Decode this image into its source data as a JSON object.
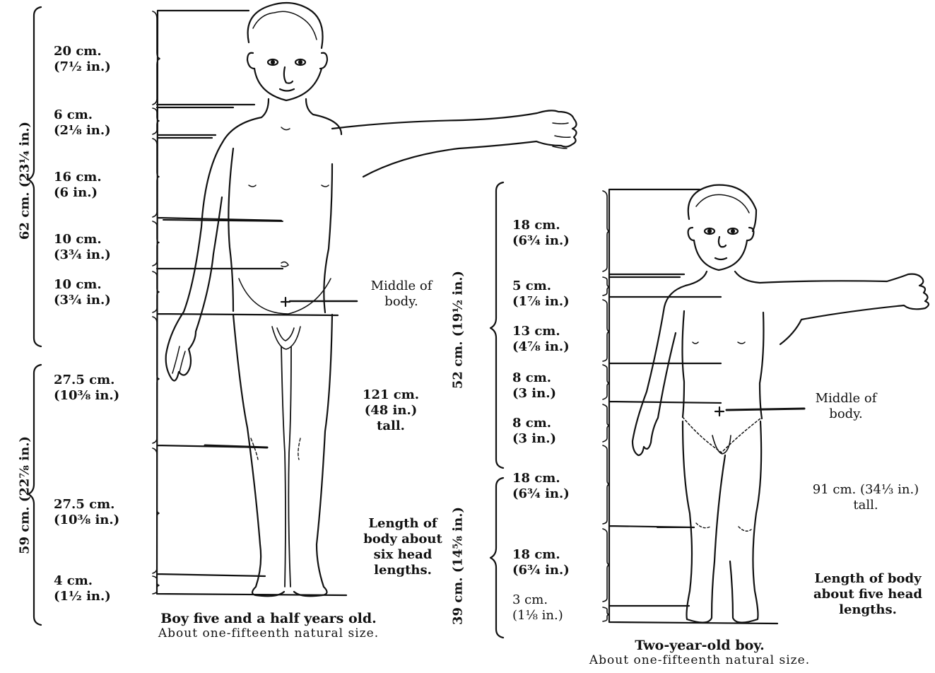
{
  "left_figure": {
    "segments": [
      {
        "cm": "20 cm.",
        "in": "(7½ in.)"
      },
      {
        "cm": "6 cm.",
        "in": "(2⅛ in.)"
      },
      {
        "cm": "16 cm.",
        "in": "(6  in.)"
      },
      {
        "cm": "10 cm.",
        "in": "(3¾ in.)"
      },
      {
        "cm": "10 cm.",
        "in": "(3¾ in.)"
      },
      {
        "cm": "27.5 cm.",
        "in": "(10⅜ in.)"
      },
      {
        "cm": "27.5 cm.",
        "in": "(10⅜ in.)"
      },
      {
        "cm": "4  cm.",
        "in": "(1½ in.)"
      }
    ],
    "upper_total": "62 cm.  (23¼ in.)",
    "lower_total": "59 cm.  (22⅞ in.)",
    "middle_label": [
      "Middle of",
      "body."
    ],
    "height_label": [
      "121 cm.",
      "(48 in.)",
      "tall."
    ],
    "length_label": [
      "Length of",
      "body about",
      "six head",
      "lengths."
    ],
    "caption_title": "Boy five and a half years old.",
    "caption_sub": "About one-fifteenth natural size."
  },
  "right_figure": {
    "segments": [
      {
        "cm": "18 cm.",
        "in": "(6¾ in.)"
      },
      {
        "cm": "5 cm.",
        "in": "(1⅞ in.)"
      },
      {
        "cm": "13 cm.",
        "in": "(4⅞ in.)"
      },
      {
        "cm": "8 cm.",
        "in": "(3 in.)"
      },
      {
        "cm": "8 cm.",
        "in": "(3 in.)"
      },
      {
        "cm": "18 cm.",
        "in": "(6¾ in.)"
      },
      {
        "cm": "18 cm.",
        "in": "(6¾ in.)"
      },
      {
        "cm": "3 cm.",
        "in": "(1⅛ in.)"
      }
    ],
    "upper_total": "52 cm.  (19½ in.)",
    "lower_total": "39 cm.  (14⅝ in.)",
    "middle_label": [
      "Middle of",
      "body."
    ],
    "height_label": [
      "91 cm. (34⅓ in.)",
      "tall."
    ],
    "length_label": [
      "Length of body",
      "about five head",
      "lengths."
    ],
    "caption_title": "Two-year-old boy.",
    "caption_sub": "About one-fifteenth natural size."
  }
}
